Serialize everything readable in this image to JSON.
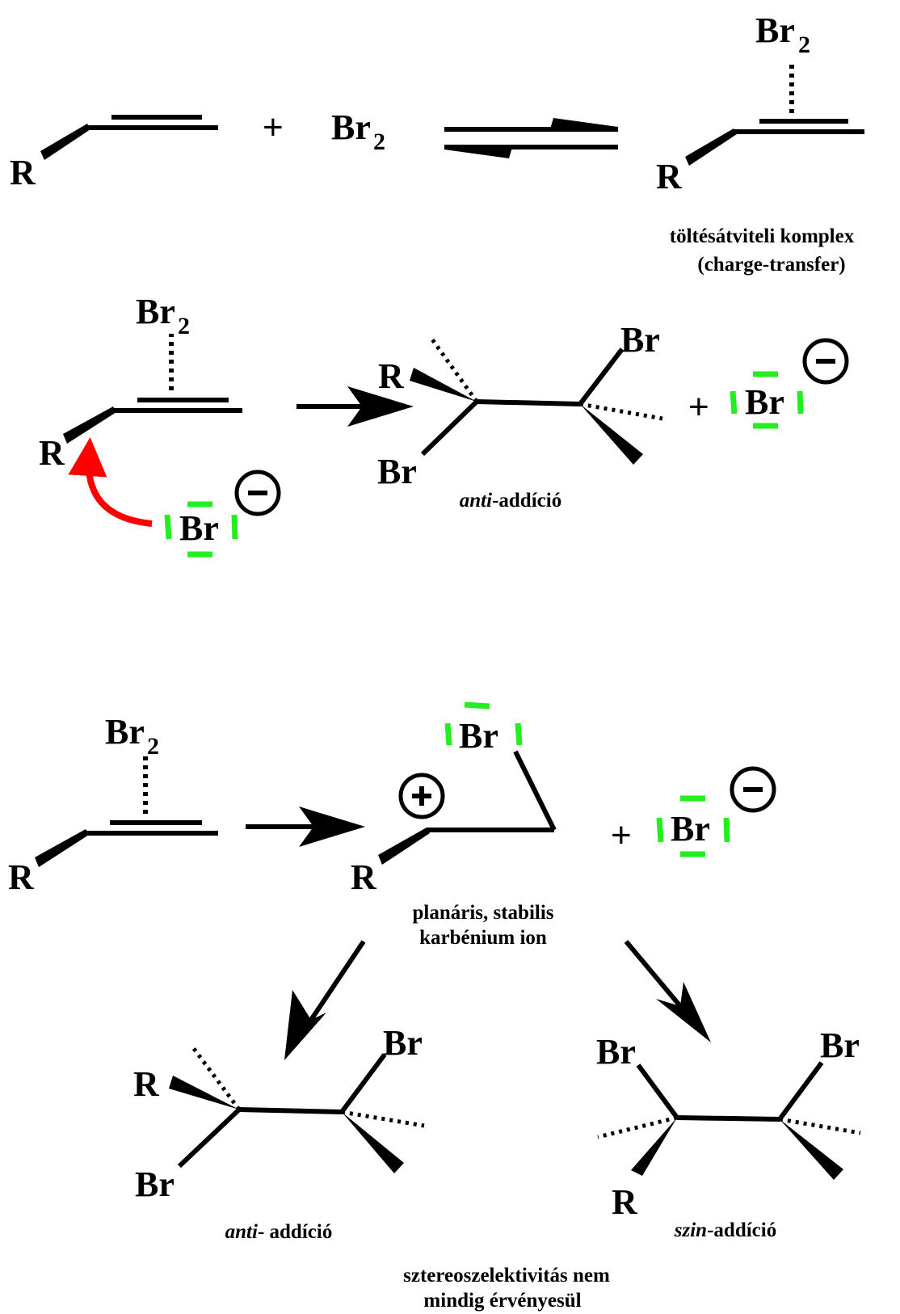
{
  "labels": {
    "r": "R",
    "br": "Br",
    "br2_base": "Br",
    "br2_sub": "2",
    "plus": "+",
    "minus": "−",
    "plus_charge": "+"
  },
  "captions": {
    "ct_line1": "töltésátviteli  komplex",
    "ct_line2": "(charge-transfer)",
    "anti1_italic": "anti",
    "anti1_rest": "-addíció",
    "carb_line1": "planáris, stabilis",
    "carb_line2": "karbénium ion",
    "anti2_italic": "anti",
    "anti2_rest": "- addíció",
    "szin_italic": "szin",
    "szin_rest": "-addíció",
    "foot_line1": "sztereoszelektivitás nem",
    "foot_line2": "mindig érvényesül"
  },
  "colors": {
    "lone_pair": "#22ee22",
    "curved_arrow": "#ff0000",
    "bond": "#000000"
  }
}
